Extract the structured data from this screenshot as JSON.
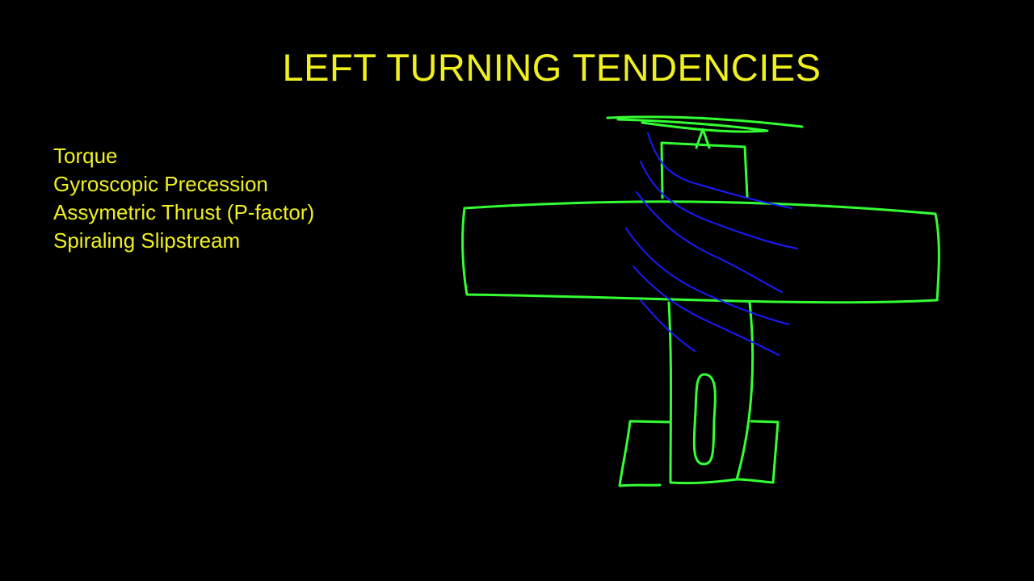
{
  "slide": {
    "title": "LEFT TURNING TENDENCIES",
    "items": [
      "Torque",
      "Gyroscopic Precession",
      "Assymetric Thrust (P-factor)",
      "Spiraling Slipstream"
    ]
  },
  "colors": {
    "background": "#000000",
    "text": "#f0f01e",
    "airplane_stroke": "#33ff33",
    "slipstream_stroke": "#1a1aff"
  },
  "drawing": {
    "airplane_icon": "hand-drawn-airplane-top-view",
    "slipstream_icon": "spiraling-slipstream-lines"
  }
}
